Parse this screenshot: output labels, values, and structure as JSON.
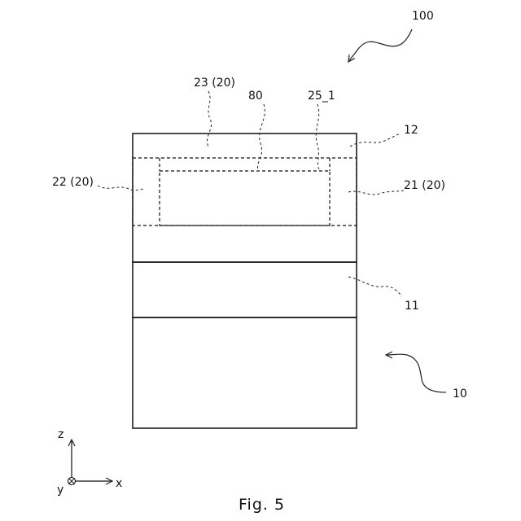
{
  "figure": {
    "caption": "Fig. 5",
    "labels": {
      "device": "100",
      "substrate_assembly": "10",
      "layer_11": "11",
      "layer_12": "12",
      "region_21": "21 (20)",
      "region_22": "22 (20)",
      "region_23": "23 (20)",
      "element_80": "80",
      "element_25_1": "25_1"
    },
    "axes": {
      "z": "z",
      "x": "x",
      "y": "y"
    }
  }
}
